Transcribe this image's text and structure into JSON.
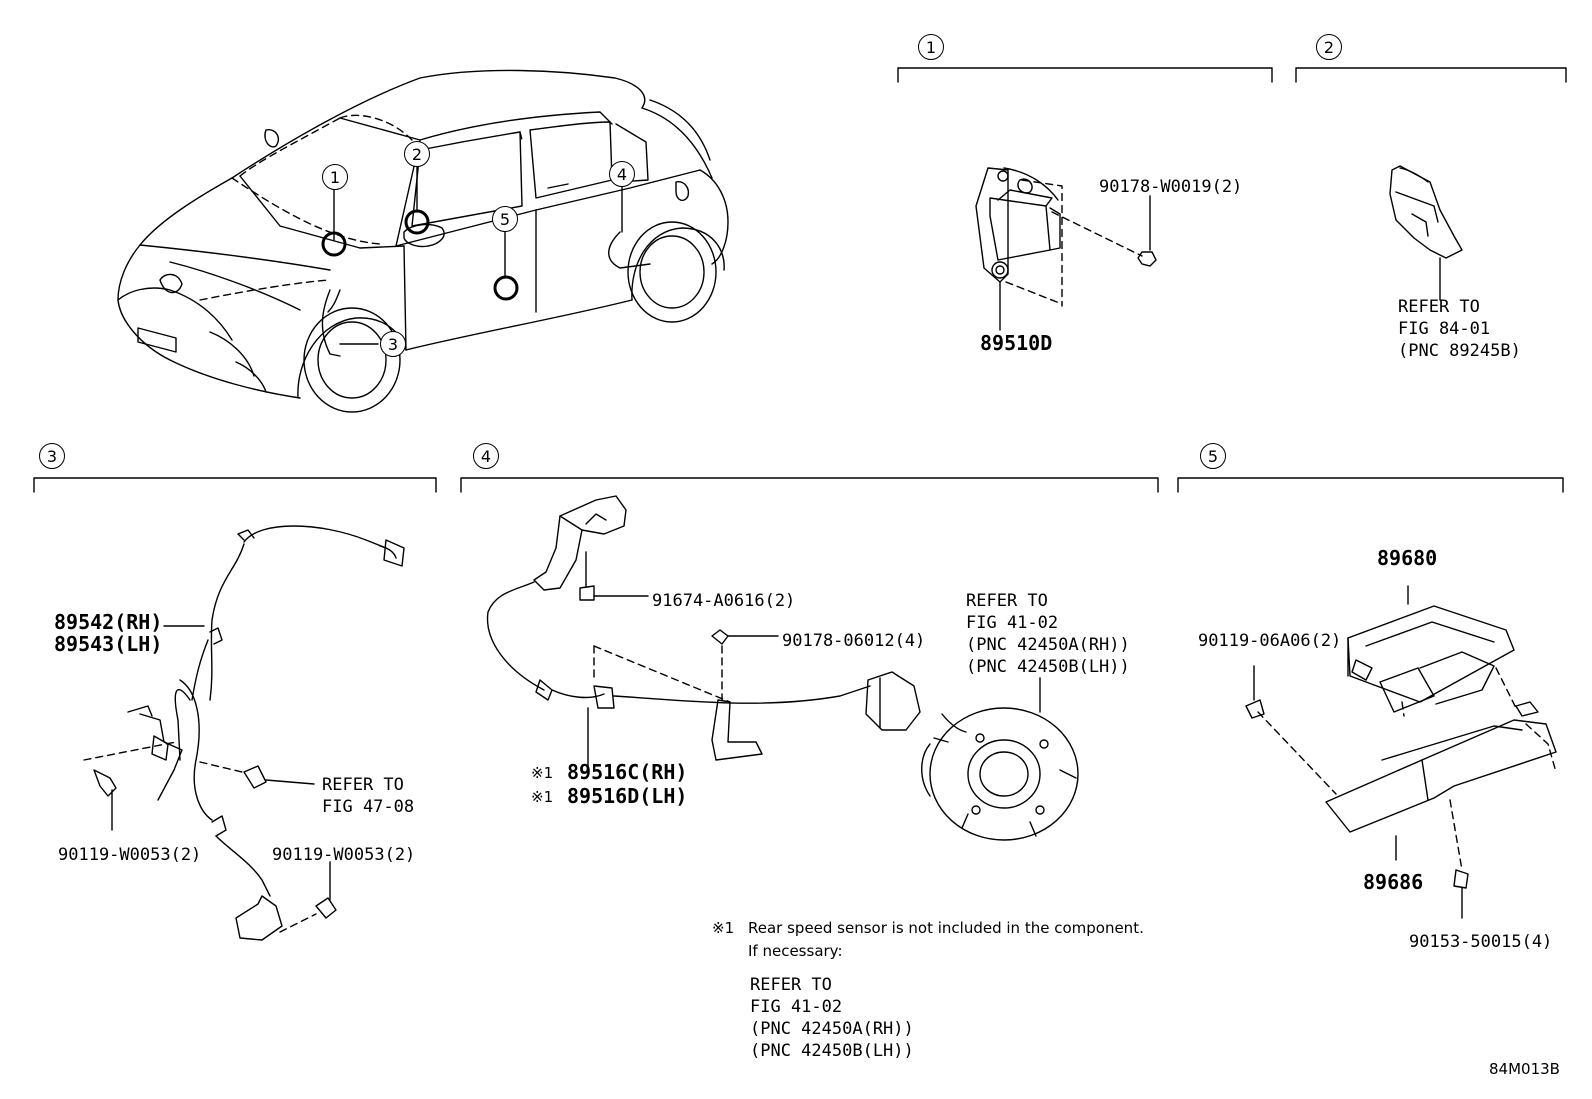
{
  "callouts": {
    "c1": "1",
    "c2": "2",
    "c3": "3",
    "c4": "4",
    "c5": "5"
  },
  "section1": {
    "bolt": "90178-W0019(2)",
    "part": "89510D"
  },
  "section2": {
    "ref_line1": "REFER TO",
    "ref_line2": "FIG 84-01",
    "ref_line3": "(PNC 89245B)"
  },
  "section3": {
    "part_rh": "89542(RH)",
    "part_lh": "89543(LH)",
    "ref_line1": "REFER TO",
    "ref_line2": "FIG 47-08",
    "bolt_left": "90119-W0053(2)",
    "bolt_right": "90119-W0053(2)"
  },
  "section4": {
    "bolt1": "91674-A0616(2)",
    "bolt2": "90178-06012(4)",
    "ref_line1": "REFER TO",
    "ref_line2": "FIG 41-02",
    "ref_line3": "(PNC 42450A(RH))",
    "ref_line4": "(PNC 42450B(LH))",
    "mark": "※1",
    "part_rh": "89516C(RH)",
    "part_lh": "89516D(LH)"
  },
  "section5": {
    "part_top": "89680",
    "bolt_left": "90119-06A06(2)",
    "part_bottom": "89686",
    "bolt_bottom": "90153-50015(4)"
  },
  "footnote": {
    "mark": "※1",
    "line1": "Rear speed sensor is not included in the component.",
    "line2": "If necessary:",
    "ref_line1": "REFER TO",
    "ref_line2": "FIG 41-02",
    "ref_line3": "(PNC 42450A(RH))",
    "ref_line4": "(PNC 42450B(LH))"
  },
  "figure_code": "84M013B"
}
